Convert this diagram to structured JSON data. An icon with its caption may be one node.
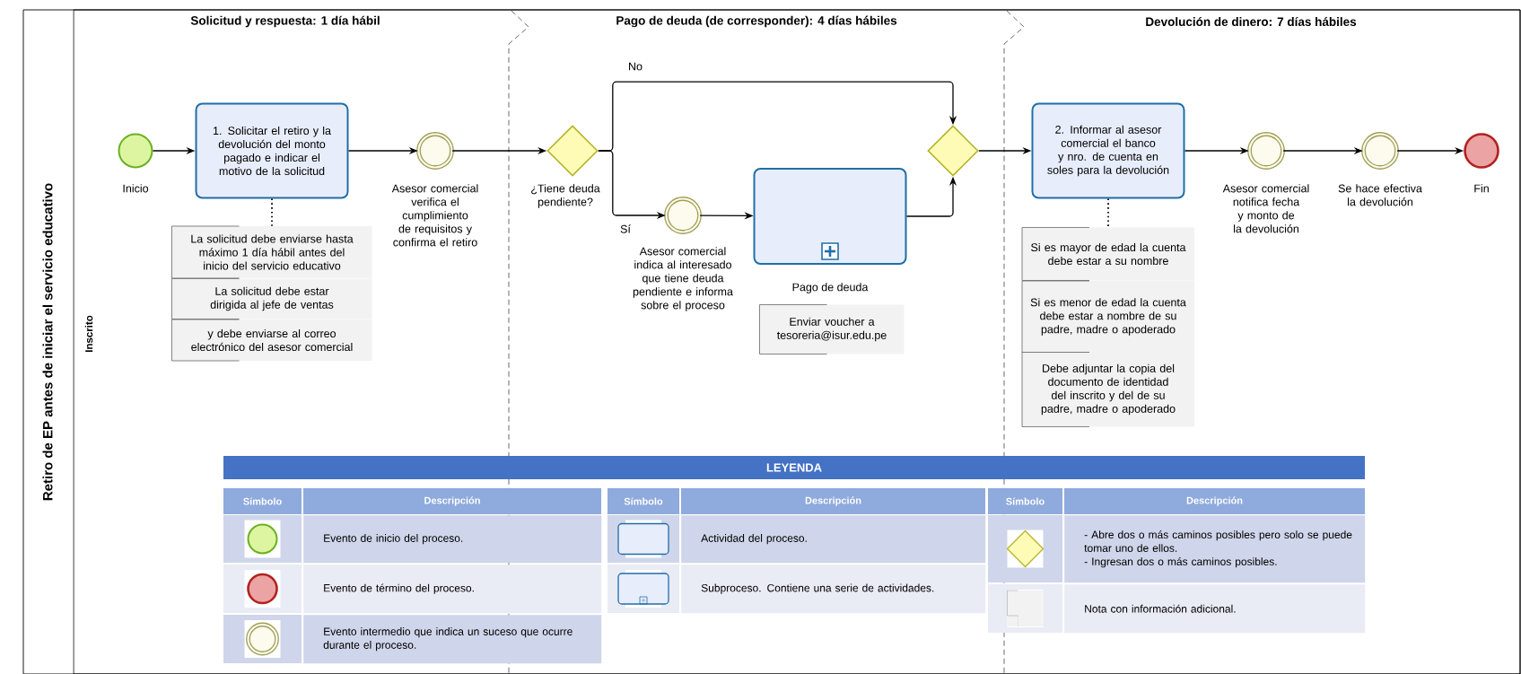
{
  "diagram": {
    "nodes": [
      {
        "text": [
          "Retiro de EP antes de iniciar el servicio educativo"
        ]
      },
      {
        "text": [
          "Inscrito"
        ],
        "in": 0
      },
      {
        "text": [],
        "shape": "circle",
        "beside": [
          "Inicio"
        ],
        "in": 1
      },
      {
        "text": [
          "1. Solicitar el retiro y la devolución del monto pagado e indicar el motivo de la solicitud"
        ],
        "in": 1
      },
      {
        "text": [],
        "shape": "circle",
        "beside": [
          "Asesor comercial verifica el cumplimiento de requisitos y confirma el retiro"
        ],
        "in": 1
      },
      {
        "text": [],
        "shape": "diamond",
        "beside": [
          "¿Tiene deuda pendiente?"
        ],
        "in": 1
      },
      {
        "text": [],
        "shape": "circle",
        "beside": [
          "Asesor comercial indica al interesado que tiene deuda pendiente e informa sobre el proceso"
        ],
        "in": 1
      },
      {
        "text": [
          "Pago de deuda"
        ],
        "in": 1
      },
      {
        "text": [],
        "shape": "diamond",
        "in": 1
      },
      {
        "text": [
          "2. Informar al asesor comercial el banco y nro. de cuenta en soles para la devolución"
        ],
        "in": 1
      },
      {
        "text": [],
        "shape": "circle",
        "beside": [
          "Asesor comercial notifica fecha y monto de la devolución"
        ],
        "in": 1
      },
      {
        "text": [],
        "shape": "circle",
        "beside": [
          "Se hace efectiva la devolución"
        ],
        "in": 1
      },
      {
        "text": [],
        "shape": "circle",
        "beside": [
          "Fin"
        ],
        "in": 1
      },
      {
        "text": [
          "La solicitud debe enviarse hasta máximo 1 día hábil antes del inicio del servicio educativo"
        ],
        "in": 1
      },
      {
        "text": [
          "La solicitud debe estar dirigida al jefe de ventas"
        ],
        "in": 1
      },
      {
        "text": [
          "y debe enviarse al correo electrónico del asesor comercial"
        ],
        "in": 1
      },
      {
        "text": [
          "Enviar voucher a tesoreria@isur.edu.pe"
        ],
        "in": 1
      },
      {
        "text": [
          "Si es mayor de edad la cuenta debe estar a su nombre"
        ],
        "in": 1
      },
      {
        "text": [
          "Si es menor de edad la cuenta debe estar a nombre de su padre, madre o apoderado"
        ],
        "in": 1
      },
      {
        "text": [
          "Debe adjuntar la copia del documento de identidad del inscrito y del de su padre, madre o apoderado"
        ],
        "in": 1
      }
    ],
    "edges": [
      {
        "from": 2,
        "to": 3,
        "arrow": "to"
      },
      {
        "from": 3,
        "to": 4,
        "arrow": "to"
      },
      {
        "from": 4,
        "to": 5,
        "arrow": "to"
      },
      {
        "from": 5,
        "to": 8,
        "arrow": "to",
        "label": "No"
      },
      {
        "from": 5,
        "to": 6,
        "arrow": "to",
        "label": "Sí"
      },
      {
        "from": 6,
        "to": 7,
        "arrow": "to"
      },
      {
        "from": 7,
        "to": 8,
        "arrow": "to"
      },
      {
        "from": 8,
        "to": 9,
        "arrow": "to"
      },
      {
        "from": 9,
        "to": 10,
        "arrow": "to"
      },
      {
        "from": 10,
        "to": 11,
        "arrow": "to"
      },
      {
        "from": 11,
        "to": 12,
        "arrow": "to"
      },
      {
        "from": 3,
        "to": 13,
        "arrow": "none",
        "style": "dashed"
      },
      {
        "from": 9,
        "to": 17,
        "arrow": "none",
        "style": "dashed"
      }
    ],
    "labels": [
      "Solicitud y respuesta: 1 día hábil",
      "Pago de deuda (de corresponder): 4 días hábiles",
      "Devolución de dinero: 7 días hábiles",
      "LEYENDA",
      "Símbolo",
      "Descripción",
      "Símbolo",
      "Descripción",
      "Símbolo",
      "Descripción"
    ],
    "legend": [
      {
        "text": "Evento de inicio del proceso."
      },
      {
        "text": "Evento de término del proceso."
      },
      {
        "text": "Evento intermedio que indica un suceso que ocurre durante el proceso."
      },
      {
        "text": "Actividad del proceso."
      },
      {
        "text": "Subproceso.  Contiene una serie de actividades."
      },
      {
        "text": "- Abre dos o más caminos posibles pero solo se puede tomar uno de ellos."
      },
      {
        "text": "- Ingresan dos o más caminos posibles."
      },
      {
        "text": "Nota con información adicional."
      }
    ]
  }
}
